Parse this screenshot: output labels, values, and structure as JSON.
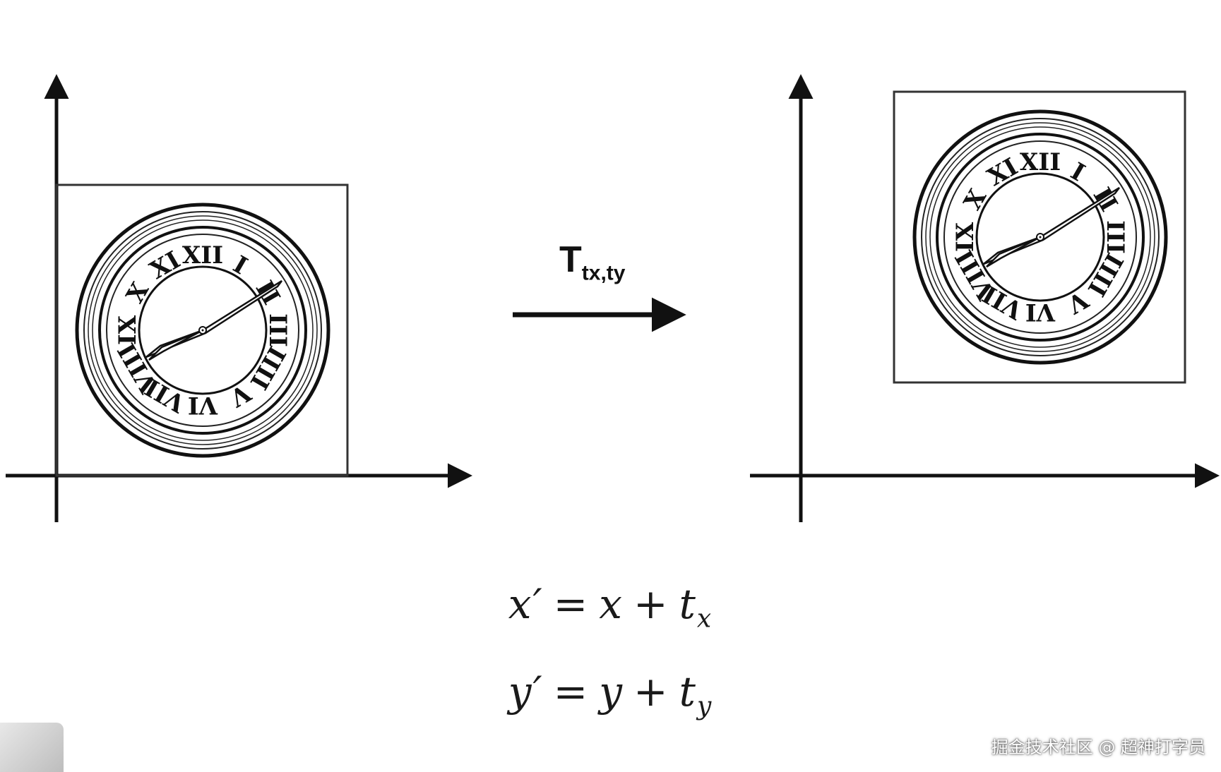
{
  "transform_label": {
    "main": "T",
    "subscript": "tx,ty"
  },
  "equations": [
    {
      "lhs": "x′",
      "eq": "=",
      "var": "x",
      "plus": "+",
      "t": "t",
      "sub": "x"
    },
    {
      "lhs": "y′",
      "eq": "=",
      "var": "y",
      "plus": "+",
      "t": "t",
      "sub": "y"
    }
  ],
  "watermark": "掘金技术社区 @ 超神打字员",
  "numerals": [
    "XII",
    "I",
    "II",
    "III",
    "IIII",
    "V",
    "VI",
    "VII",
    "VIII",
    "IX",
    "X",
    "XI"
  ]
}
